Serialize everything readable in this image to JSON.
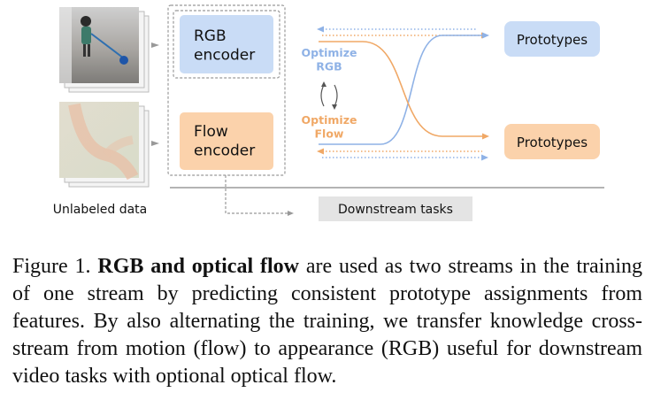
{
  "figure": {
    "rgb_encoder": "RGB\nencoder",
    "flow_encoder": "Flow\nencoder",
    "optimize_rgb": "Optimize\nRGB",
    "optimize_flow": "Optimize\nFlow",
    "prototypes_top": "Prototypes",
    "prototypes_bottom": "Prototypes",
    "unlabeled_data": "Unlabeled data",
    "downstream_tasks": "Downstream tasks",
    "colors": {
      "rgb_fill": "#c9dcf6",
      "rgb_text": "#8fb2e6",
      "flow_fill": "#fbd2ab",
      "flow_text": "#f0a866",
      "gray_box": "#e4e4e4",
      "line_gray": "#888888"
    }
  },
  "caption": {
    "label": "Figure 1.",
    "bold": "RGB and optical flow",
    "text": "are used as two streams in the training of one stream by predicting consistent prototype assignments from features. By also alternating the training, we transfer knowledge cross-stream from motion (flow) to appearance (RGB) useful for downstream video tasks with optional optical flow."
  }
}
